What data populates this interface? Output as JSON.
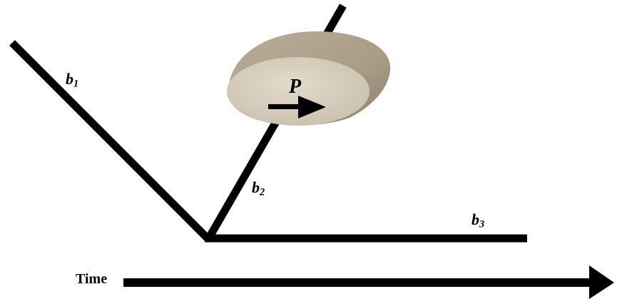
{
  "branches": {
    "b1": {
      "base": "b",
      "sub": "1"
    },
    "b2": {
      "base": "b",
      "sub": "2"
    },
    "b3": {
      "base": "b",
      "sub": "3"
    }
  },
  "particle": {
    "label": "P"
  },
  "time_axis": {
    "label": "Time"
  },
  "colors": {
    "line": "#000000",
    "disc_top": "#d6cdbd",
    "disc_side": "#a99d87",
    "background": "#ffffff"
  }
}
